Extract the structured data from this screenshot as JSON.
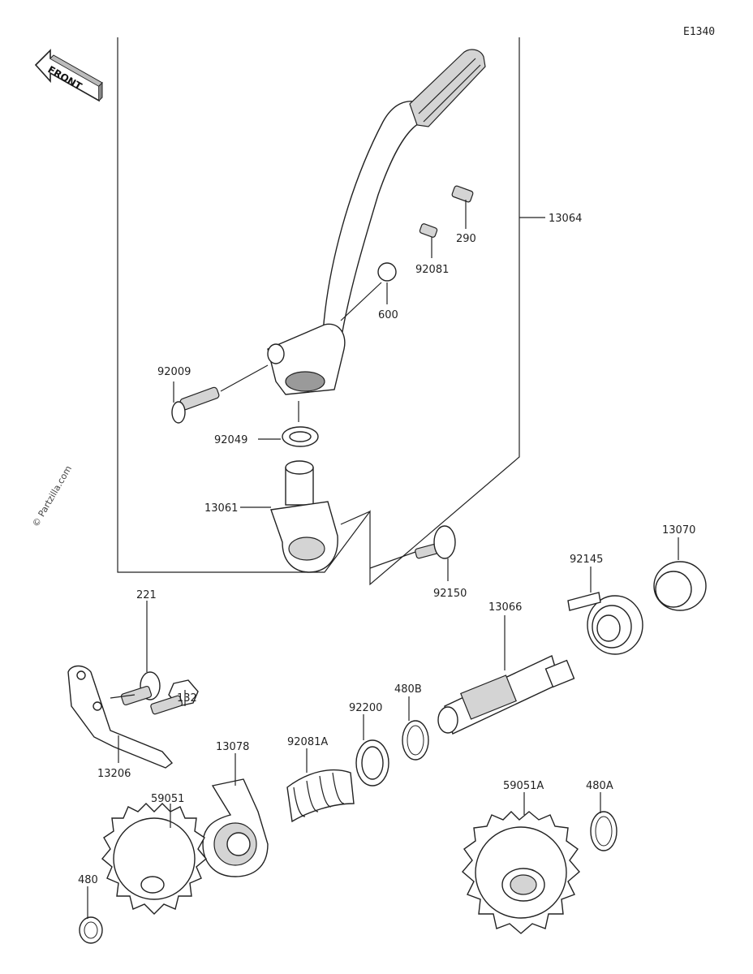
{
  "diagram_code": "E1340",
  "front_label": "FRONT",
  "watermark": "© Partzilla.com",
  "parts": {
    "p13064": "13064",
    "p290": "290",
    "p92081": "92081",
    "p600": "600",
    "p92009": "92009",
    "p92049": "92049",
    "p13061": "13061",
    "p92150": "92150",
    "p13070": "13070",
    "p92145": "92145",
    "p221": "221",
    "p132": "132",
    "p13066": "13066",
    "p480B": "480B",
    "p92200": "92200",
    "p13206": "13206",
    "p13078": "13078",
    "p92081A": "92081A",
    "p59051": "59051",
    "p59051A": "59051A",
    "p480A": "480A",
    "p480": "480"
  }
}
